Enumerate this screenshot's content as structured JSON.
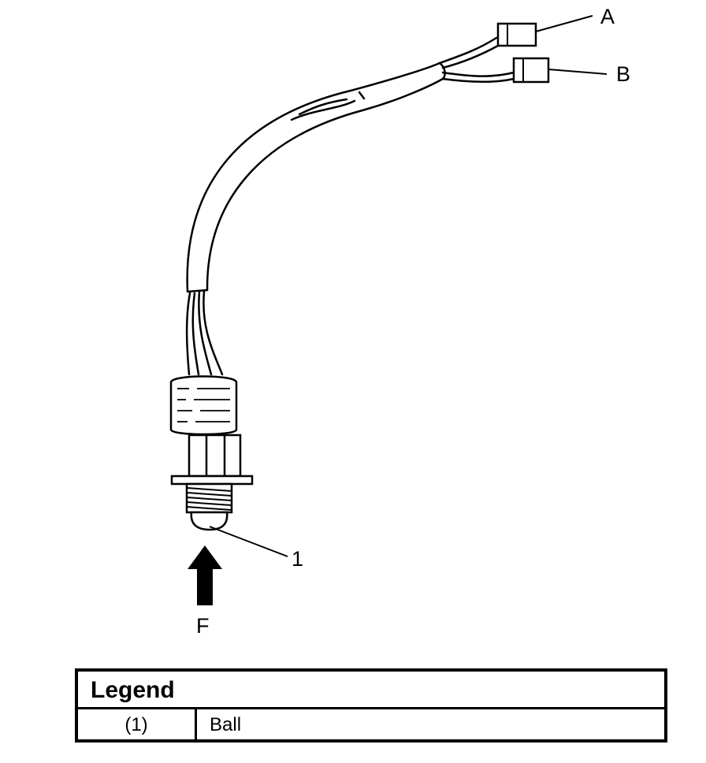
{
  "callouts": {
    "a": "A",
    "b": "B",
    "one": "1",
    "f": "F"
  },
  "legend": {
    "title": "Legend",
    "rows": [
      {
        "ref": "(1)",
        "desc": "Ball"
      }
    ]
  }
}
